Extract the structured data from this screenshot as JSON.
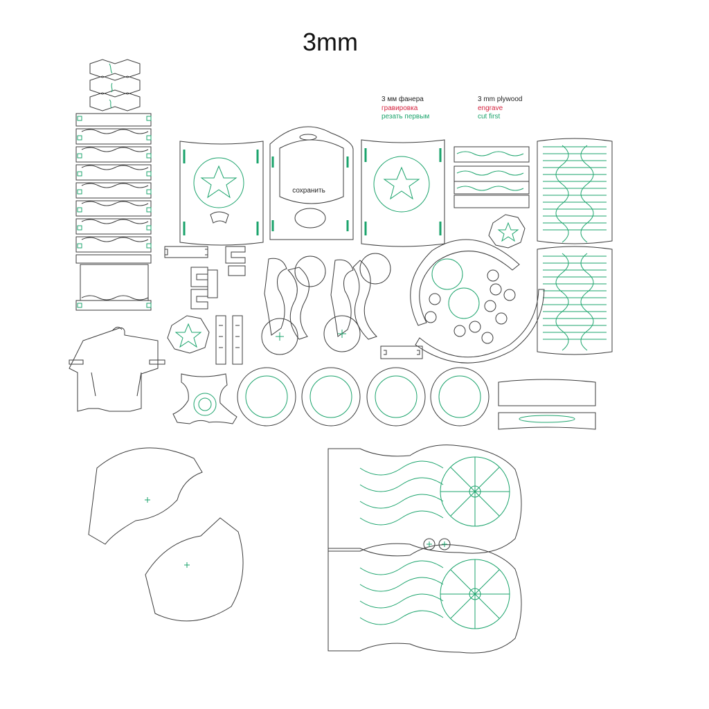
{
  "title": "3mm",
  "legend_ru": {
    "material": "3 мм фанера",
    "engrave": "гравировка",
    "cut_first": "резать первым"
  },
  "legend_en": {
    "material": "3 mm plywood",
    "engrave": "engrave",
    "cut_first": "cut first"
  },
  "part_labels": {
    "save_label": "сохранить"
  },
  "colors": {
    "cut": "#3a3a3a",
    "engrave": "#d4213d",
    "cut_first": "#1aa36b"
  }
}
